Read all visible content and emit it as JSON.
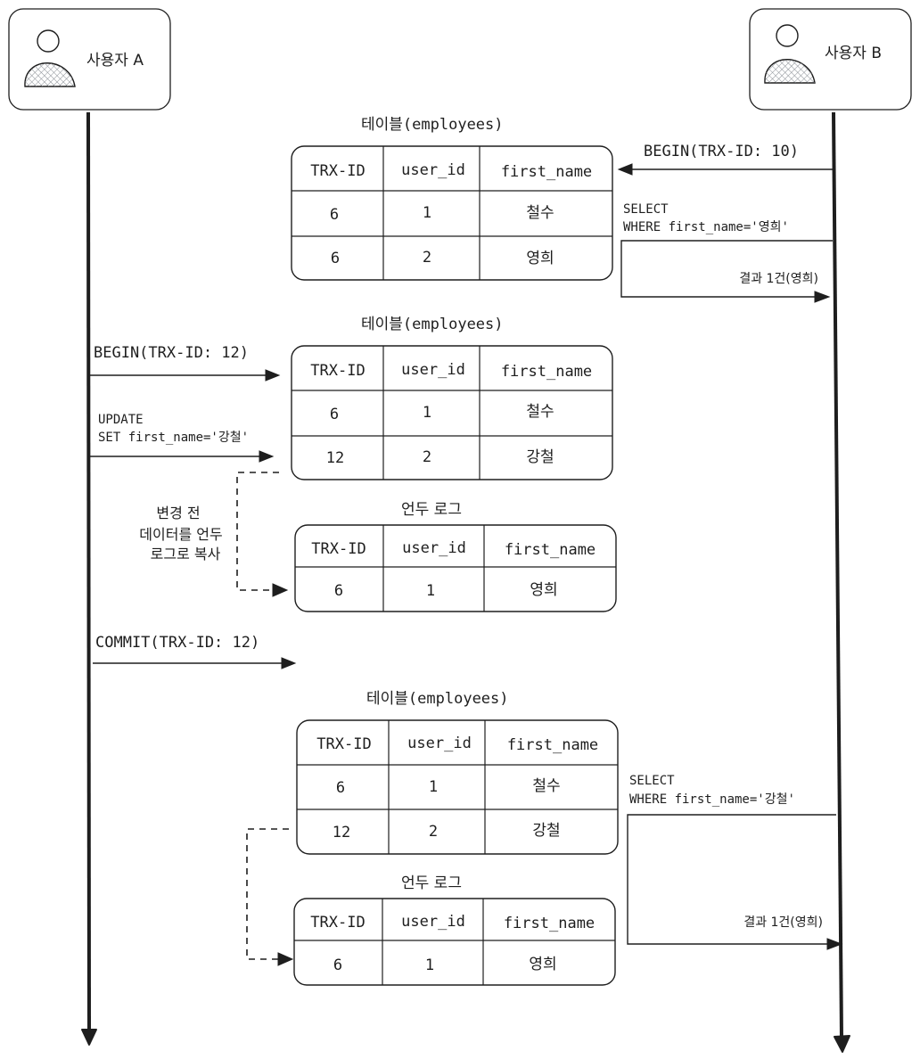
{
  "actors": {
    "a": {
      "label": "사용자 A"
    },
    "b": {
      "label": "사용자 B"
    }
  },
  "tables": [
    {
      "caption": "테이블(employees)",
      "headers": [
        "TRX-ID",
        "user_id",
        "first_name"
      ],
      "rows": [
        [
          "6",
          "1",
          "철수"
        ],
        [
          "6",
          "2",
          "영희"
        ]
      ]
    },
    {
      "caption": "테이블(employees)",
      "headers": [
        "TRX-ID",
        "user_id",
        "first_name"
      ],
      "rows": [
        [
          "6",
          "1",
          "철수"
        ],
        [
          "12",
          "2",
          "강철"
        ]
      ]
    },
    {
      "caption": "언두 로그",
      "headers": [
        "TRX-ID",
        "user_id",
        "first_name"
      ],
      "rows": [
        [
          "6",
          "1",
          "영희"
        ]
      ]
    },
    {
      "caption": "테이블(employees)",
      "headers": [
        "TRX-ID",
        "user_id",
        "first_name"
      ],
      "rows": [
        [
          "6",
          "1",
          "철수"
        ],
        [
          "12",
          "2",
          "강철"
        ]
      ]
    },
    {
      "caption": "언두 로그",
      "headers": [
        "TRX-ID",
        "user_id",
        "first_name"
      ],
      "rows": [
        [
          "6",
          "1",
          "영희"
        ]
      ]
    }
  ],
  "messages": {
    "b_begin": "BEGIN(TRX-ID: 10)",
    "b_select1_line1": "SELECT",
    "b_select1_line2": "WHERE  first_name='영희'",
    "b_result1": "결과 1건(영희)",
    "a_begin": "BEGIN(TRX-ID: 12)",
    "a_update_line1": "UPDATE",
    "a_update_line2": "SET first_name='강철'",
    "undo_note_line1": "변경 전",
    "undo_note_line2": "데이터를 언두",
    "undo_note_line3": "로그로 복사",
    "a_commit": "COMMIT(TRX-ID: 12)",
    "b_select2_line1": "SELECT",
    "b_select2_line2": "WHERE  first_name='강철'",
    "b_result2": "결과 1건(영희)"
  },
  "colors": {
    "stroke": "#1e1e1e",
    "hatch": "#9aa0a6",
    "background": "#ffffff"
  }
}
